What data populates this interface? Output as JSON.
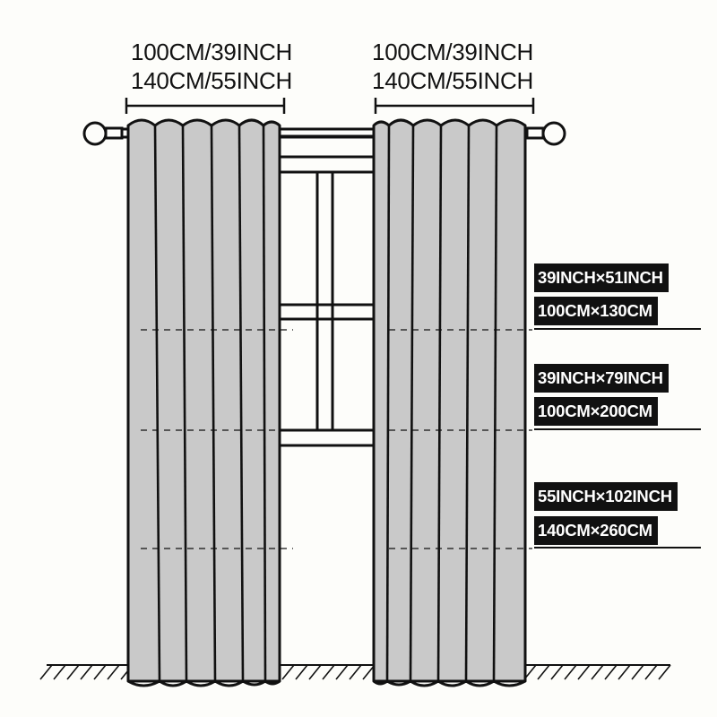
{
  "colors": {
    "background": "#fdfdfa",
    "curtain_fill": "#c9c9c9",
    "outline": "#111111",
    "label_bg": "#111111",
    "label_text": "#ffffff"
  },
  "panel_widths": {
    "left": {
      "line1": "100CM/39INCH",
      "line2": "140CM/55INCH"
    },
    "right": {
      "line1": "100CM/39INCH",
      "line2": "140CM/55INCH"
    }
  },
  "size_options": [
    {
      "inch": "39INCH×51INCH",
      "cm": "100CM×130CM"
    },
    {
      "inch": "39INCH×79INCH",
      "cm": "100CM×200CM"
    },
    {
      "inch": "55INCH×102INCH",
      "cm": "140CM×260CM"
    }
  ],
  "icons": {
    "rod": "curtain-rod-icon",
    "window": "window-frame-icon",
    "floor": "floor-hatch-icon"
  }
}
